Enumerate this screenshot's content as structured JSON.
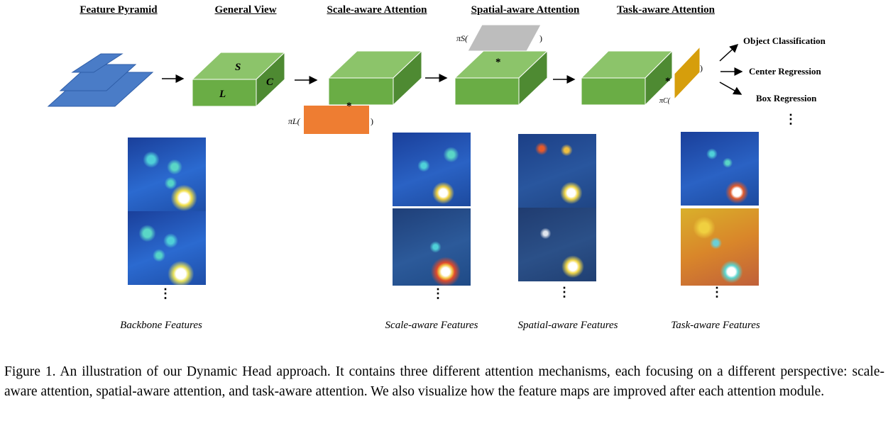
{
  "headings": {
    "feature_pyramid": "Feature Pyramid",
    "general_view": "General View",
    "scale_aware": "Scale-aware Attention",
    "spatial_aware": "Spatial-aware Attention",
    "task_aware": "Task-aware Attention"
  },
  "cube_labels": {
    "s": "S",
    "l": "L",
    "c": "C"
  },
  "symbols": {
    "pi_l": "πL(",
    "pi_s": "πS(",
    "pi_c": "πC(",
    "close_paren": ")",
    "star": "*"
  },
  "outputs": {
    "object_classification": "Object Classification",
    "center_regression": "Center Regression",
    "box_regression": "Box Regression",
    "more": "⋮"
  },
  "feature_captions": {
    "backbone": "Backbone Features",
    "scale": "Scale-aware Features",
    "spatial": "Spatial-aware Features",
    "task": "Task-aware Features"
  },
  "more_dots": "⋮",
  "figure_caption": "Figure 1. An illustration of our Dynamic Head approach. It contains three different attention mechanisms, each focusing on a different perspective: scale-aware attention, spatial-aware attention, and task-aware attention. We also visualize how the feature maps are improved after each attention module.",
  "colors": {
    "pyramid_blue": "#4a7cc7",
    "cube_front": "#6aad45",
    "cube_top": "#8cc46a",
    "cube_side": "#4e8a32",
    "scale_orange": "#ee7d32",
    "spatial_gray": "#bdbdbd",
    "task_gold": "#d69e0c",
    "heatmap_blue": "#1f5db3",
    "heatmap_warm": "#d9962a"
  }
}
